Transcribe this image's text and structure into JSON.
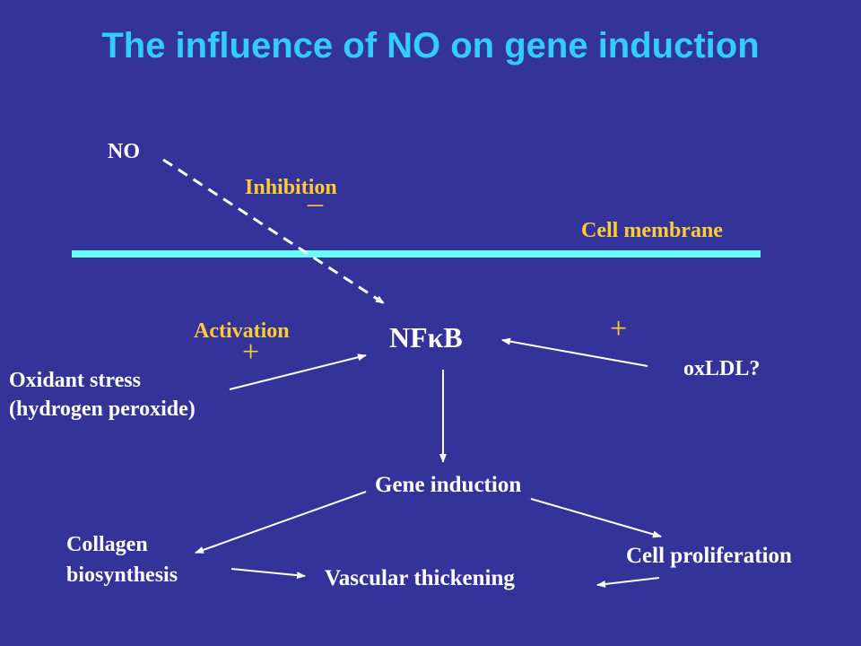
{
  "title": "The influence of NO on gene induction",
  "labels": {
    "no": "NO",
    "inhibition": "Inhibition",
    "minus": "–",
    "cell_membrane": "Cell membrane",
    "activation": "Activation",
    "plus_left": "+",
    "plus_right": "+",
    "nfkb": "NFκB",
    "oxidant_line1": "Oxidant stress",
    "oxidant_line2": "(hydrogen peroxide)",
    "oxldl": "oxLDL?",
    "gene_induction": "Gene induction",
    "collagen_line1": "Collagen",
    "collagen_line2": "biosynthesis",
    "cell_proliferation": "Cell proliferation",
    "vascular_thickening": "Vascular thickening"
  },
  "colors": {
    "background": "#333399",
    "title": "#33ccff",
    "membrane": "#66ffff",
    "accent_text": "#ffcc33",
    "text": "#ffffff"
  }
}
